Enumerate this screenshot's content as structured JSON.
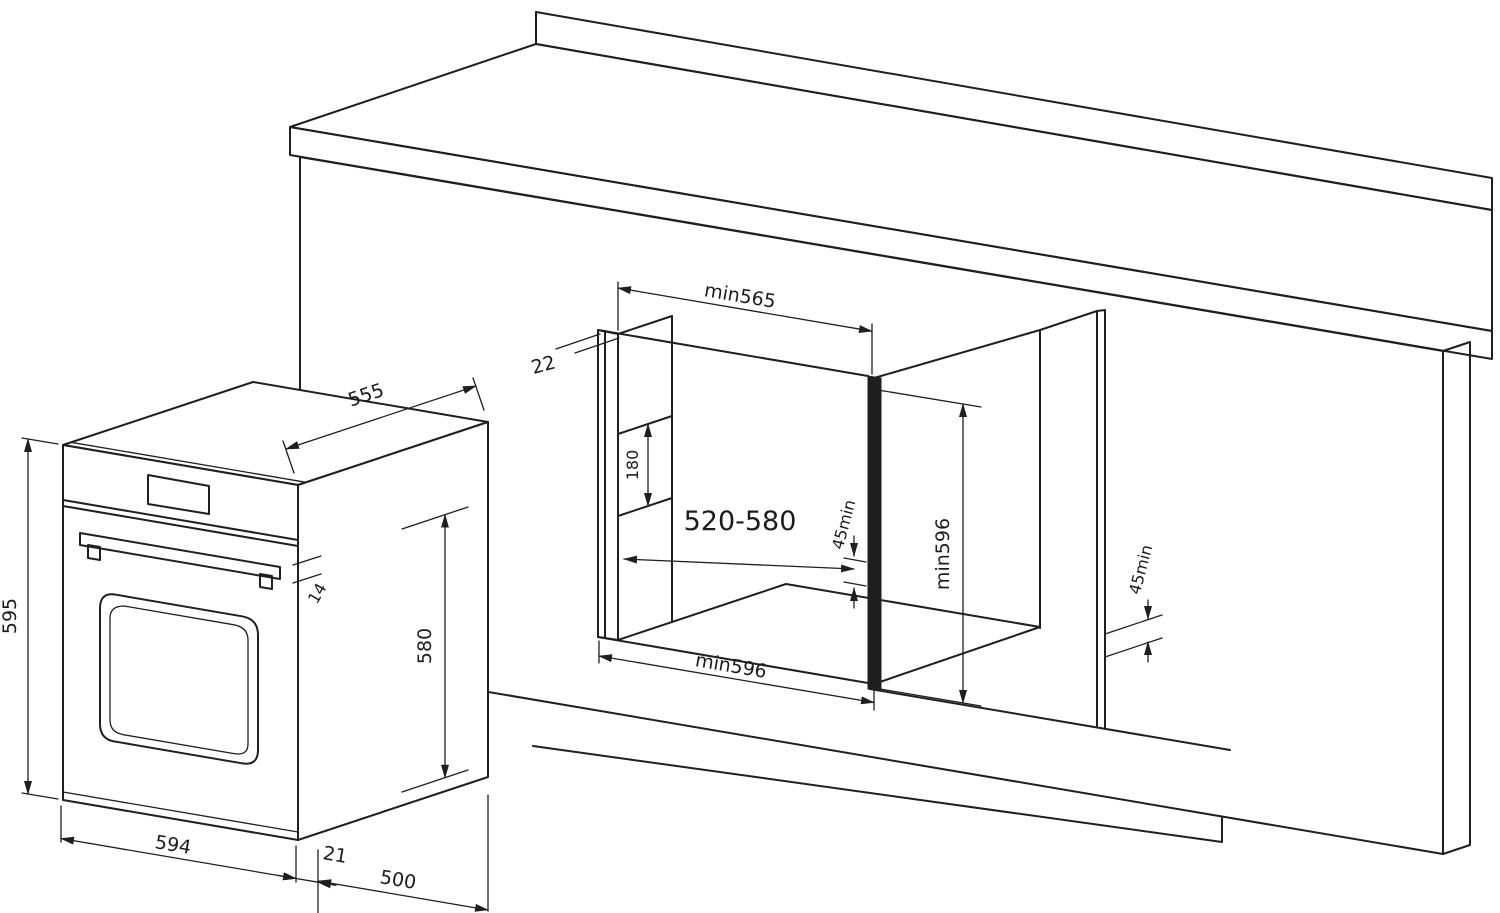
{
  "diagram": {
    "type": "technical-installation-drawing",
    "subject": "Built-in oven and cabinet niche installation dimensions",
    "line_color": "#1f1f1f",
    "background": "#ffffff",
    "oven_dimensions": {
      "depth": "555",
      "height": "595",
      "width": "594",
      "door_offset": "21",
      "body_depth": "500",
      "door_thickness": "14",
      "body_height": "580"
    },
    "niche_dimensions": {
      "top_width": "min565",
      "panel_thickness": "22",
      "rail_height": "180",
      "depth_range": "520-580",
      "mid_clearance": "45min",
      "height": "min596",
      "rear_clearance": "45min",
      "bottom_width": "min596"
    }
  }
}
